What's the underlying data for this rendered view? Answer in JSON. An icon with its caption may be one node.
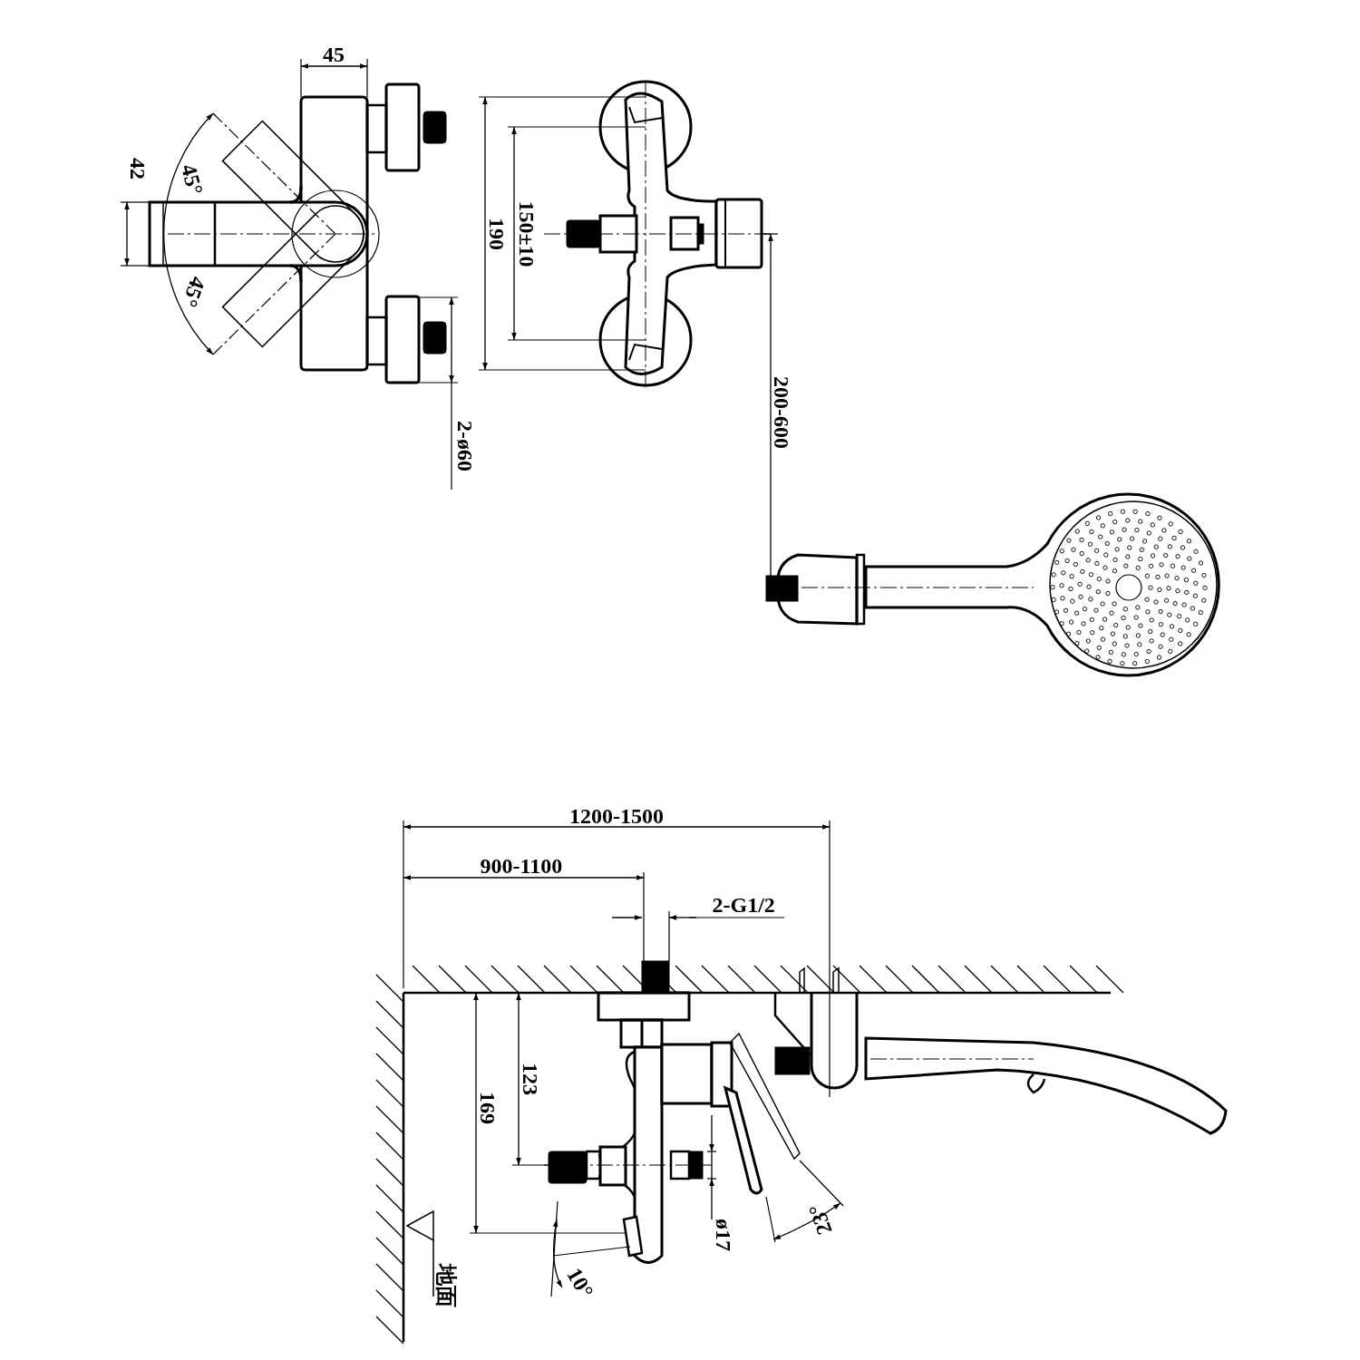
{
  "diagram": {
    "labels": [
      "45",
      "42",
      "45°",
      "45°",
      "190",
      "150±10",
      "2-ø60",
      "200-600",
      "1200-1500",
      "900-1100",
      "2-G1/2",
      "123",
      "169",
      "地面",
      "ø17",
      "10°",
      "23°"
    ]
  }
}
